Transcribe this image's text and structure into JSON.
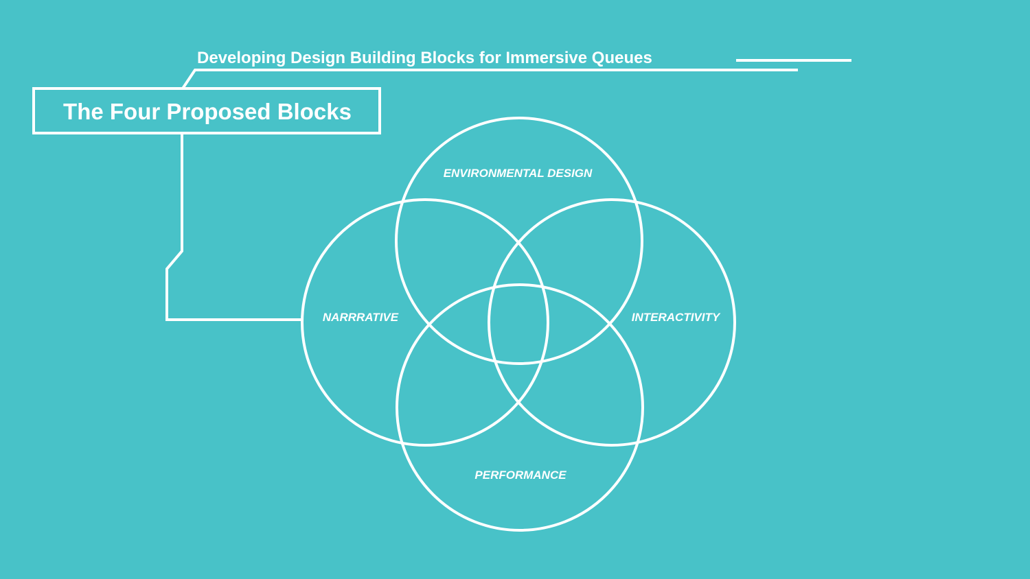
{
  "slide": {
    "subtitle": "Developing Design Building Blocks for Immersive Queues",
    "title": "The Four Proposed Blocks",
    "colors": {
      "background": "#48c2c8",
      "stroke": "#ffffff"
    }
  },
  "diagram": {
    "type": "venn",
    "circles": [
      {
        "label": "ENVIRONMENTAL DESIGN"
      },
      {
        "label": "NARRRATIVE"
      },
      {
        "label": "INTERACTIVITY"
      },
      {
        "label": "PERFORMANCE"
      }
    ]
  }
}
